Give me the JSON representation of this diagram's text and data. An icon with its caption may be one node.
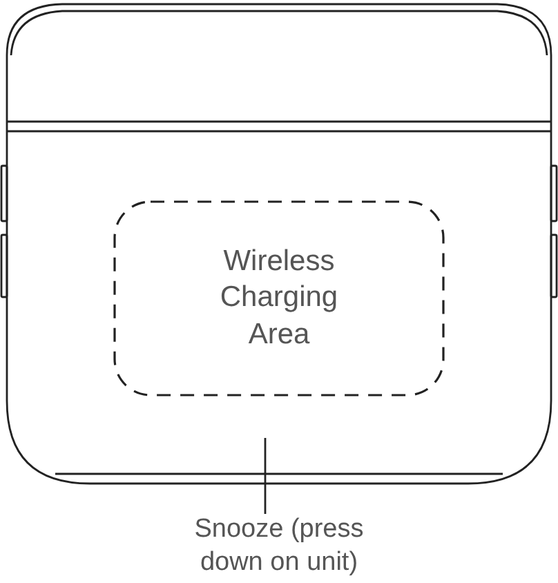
{
  "diagram": {
    "nodes": [
      {
        "text": [],
        "shape": "picture"
      },
      {
        "text": [
          "Wireless Charging Area"
        ],
        "in": 0
      },
      {
        "text": [
          "Snooze (press down on unit)"
        ]
      }
    ],
    "edges": [
      {
        "from": 2,
        "to": 0,
        "arrow": "none"
      }
    ]
  }
}
